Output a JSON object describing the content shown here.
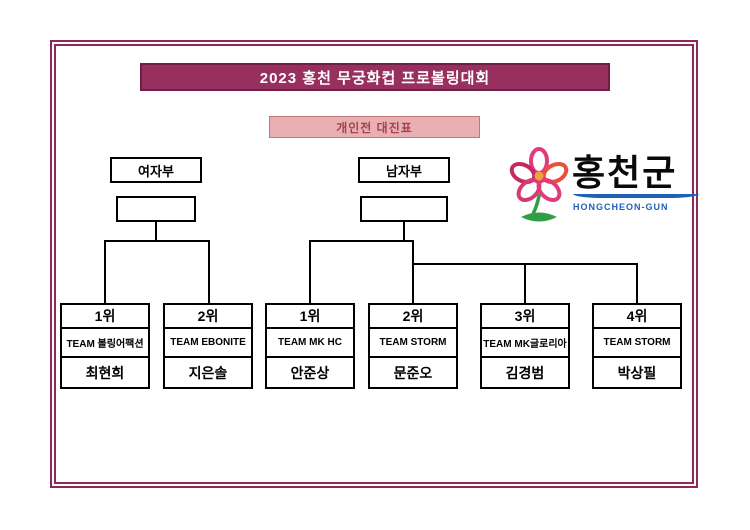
{
  "title": "2023 홍천 무궁화컵 프로볼링대회",
  "subtitle": "개인전 대진표",
  "divisions": {
    "women": "여자부",
    "men": "남자부"
  },
  "logo": {
    "korean": "홍천군",
    "english": "HONGCHEON-GUN"
  },
  "entries": [
    {
      "division": "women",
      "rank": "1위",
      "team": "TEAM 볼링어팩션",
      "player": "최현희"
    },
    {
      "division": "women",
      "rank": "2위",
      "team": "TEAM EBONITE",
      "player": "지은솔"
    },
    {
      "division": "men",
      "rank": "1위",
      "team": "TEAM MK HC",
      "player": "안준상"
    },
    {
      "division": "men",
      "rank": "2위",
      "team": "TEAM STORM",
      "player": "문준오"
    },
    {
      "division": "men",
      "rank": "3위",
      "team": "TEAM MK글로리아",
      "player": "김경범"
    },
    {
      "division": "men",
      "rank": "4위",
      "team": "TEAM STORM",
      "player": "박상필"
    }
  ],
  "colors": {
    "frame": "#8e2a56",
    "title_bg": "#97305e",
    "title_text": "#ffffff",
    "subtitle_bg": "#e9b0b4",
    "subtitle_text": "#a8414f",
    "logo_blue": "#1c63b7",
    "logo_green": "#2f9e44",
    "logo_pink": "#e23b7a",
    "line": "#000000"
  }
}
